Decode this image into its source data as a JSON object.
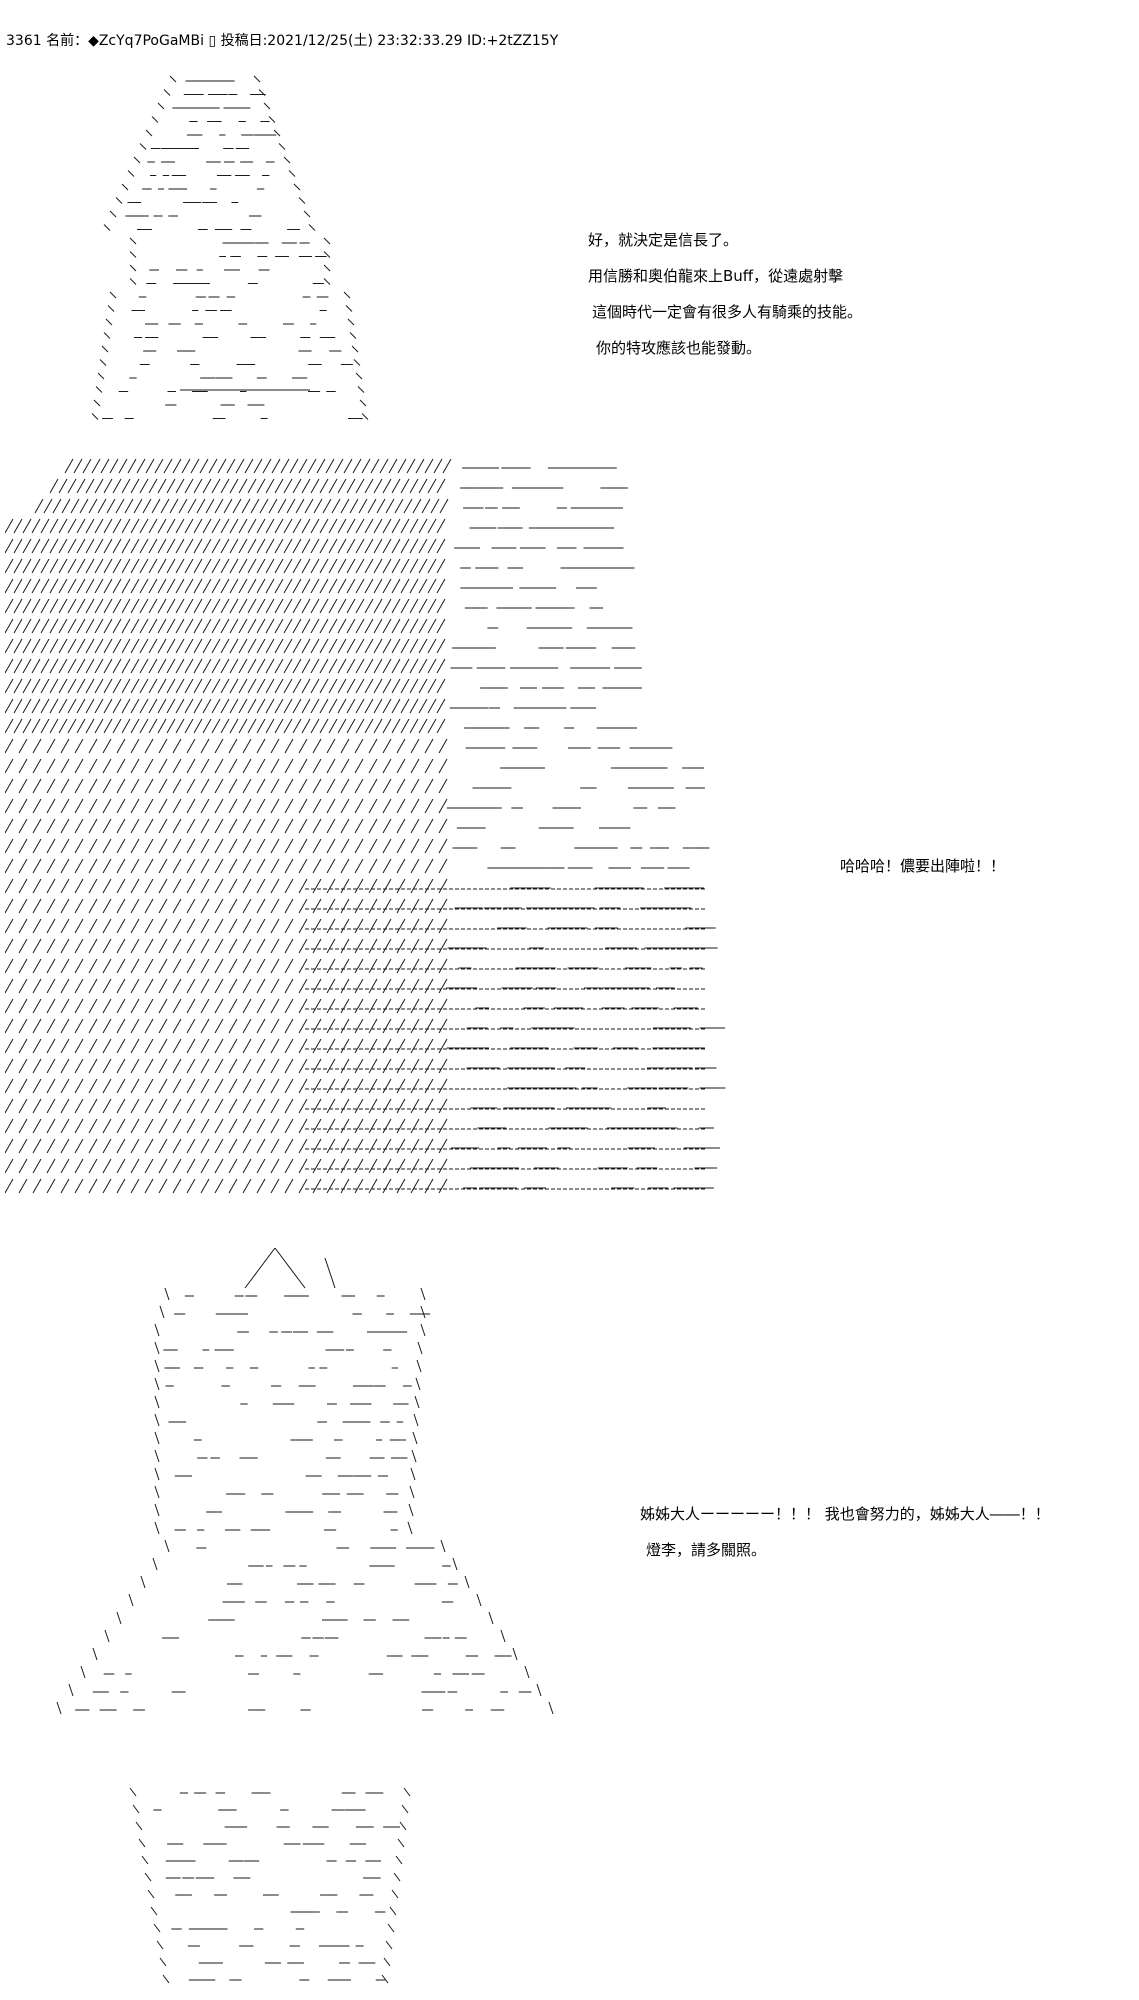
{
  "post": {
    "header": "3361 名前：◆ZcYq7PoGaMBi ▯ 投稿日:2021/12/25(土) 23:32:33.29 ID:+2tZZ15Y"
  },
  "dialogues": [
    {
      "lines": [
        "好，就決定是信長了。",
        "用信勝和奧伯龍來上Buff，從遠處射擊",
        "這個時代一定會有很多人有騎乘的技能。",
        "你的特攻應該也能發動。"
      ]
    },
    {
      "lines": [
        "哈哈哈！儂要出陣啦！！"
      ]
    },
    {
      "lines": [
        "姊姊大人ーーーーー！！！ 我也會努力的，姊姊大人――！！",
        "燈李，請多關照。"
      ]
    }
  ],
  "art": [
    {
      "name": "ascii-art-figure-top",
      "description": "standing figure"
    },
    {
      "name": "ascii-art-battle-scene",
      "description": "battle scene"
    },
    {
      "name": "ascii-art-figure-crowned",
      "description": "crowned figure"
    },
    {
      "name": "ascii-art-figure-bottom",
      "description": "figure bust"
    }
  ]
}
